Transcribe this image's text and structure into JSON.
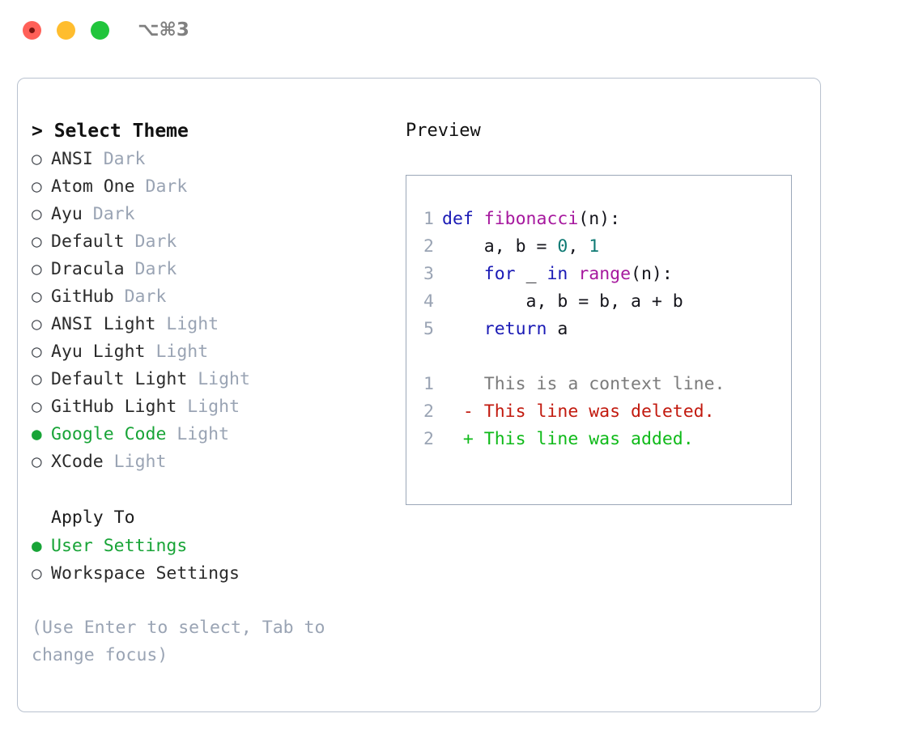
{
  "titlebar": {
    "shortcut": "⌥⌘3",
    "lights": [
      {
        "name": "close",
        "color": "#ff6058"
      },
      {
        "name": "minimize",
        "color": "#ffbd2e"
      },
      {
        "name": "maximize",
        "color": "#21c53c"
      }
    ]
  },
  "theme_list": {
    "header": "> Select Theme",
    "selected_bullet": "●",
    "unselected_bullet": "○",
    "items": [
      {
        "name": "ANSI",
        "kind": "Dark",
        "selected": false
      },
      {
        "name": "Atom One",
        "kind": "Dark",
        "selected": false
      },
      {
        "name": "Ayu",
        "kind": "Dark",
        "selected": false
      },
      {
        "name": "Default",
        "kind": "Dark",
        "selected": false
      },
      {
        "name": "Dracula",
        "kind": "Dark",
        "selected": false
      },
      {
        "name": "GitHub",
        "kind": "Dark",
        "selected": false
      },
      {
        "name": "ANSI Light",
        "kind": "Light",
        "selected": false
      },
      {
        "name": "Ayu Light",
        "kind": "Light",
        "selected": false
      },
      {
        "name": "Default Light",
        "kind": "Light",
        "selected": false
      },
      {
        "name": "GitHub Light",
        "kind": "Light",
        "selected": false
      },
      {
        "name": "Google Code",
        "kind": "Light",
        "selected": true
      },
      {
        "name": "XCode",
        "kind": "Light",
        "selected": false
      }
    ]
  },
  "apply_to": {
    "header": "Apply To",
    "options": [
      {
        "label": "User Settings",
        "selected": true
      },
      {
        "label": "Workspace Settings",
        "selected": false
      }
    ]
  },
  "hint": "(Use Enter to select, Tab to change focus)",
  "preview": {
    "title": "Preview",
    "code_lines": [
      {
        "num": "1",
        "tokens": [
          {
            "t": "def ",
            "c": "kw"
          },
          {
            "t": "fibonacci",
            "c": "fn"
          },
          {
            "t": "(n):",
            "c": "pl"
          }
        ]
      },
      {
        "num": "2",
        "tokens": [
          {
            "t": "    a, b = ",
            "c": "pl"
          },
          {
            "t": "0",
            "c": "num"
          },
          {
            "t": ", ",
            "c": "pl"
          },
          {
            "t": "1",
            "c": "num"
          }
        ]
      },
      {
        "num": "3",
        "tokens": [
          {
            "t": "    ",
            "c": "pl"
          },
          {
            "t": "for",
            "c": "kw"
          },
          {
            "t": " _ ",
            "c": "pl"
          },
          {
            "t": "in",
            "c": "kw"
          },
          {
            "t": " ",
            "c": "pl"
          },
          {
            "t": "range",
            "c": "bi"
          },
          {
            "t": "(n):",
            "c": "pl"
          }
        ]
      },
      {
        "num": "4",
        "tokens": [
          {
            "t": "        a, b = b, a + b",
            "c": "pl"
          }
        ]
      },
      {
        "num": "5",
        "tokens": [
          {
            "t": "    ",
            "c": "pl"
          },
          {
            "t": "return",
            "c": "kw"
          },
          {
            "t": " a",
            "c": "pl"
          }
        ]
      }
    ],
    "diff_lines": [
      {
        "num": "1",
        "marker": " ",
        "text": " This is a context line.",
        "kind": "ctx"
      },
      {
        "num": "2",
        "marker": "-",
        "text": " This line was deleted.",
        "kind": "del"
      },
      {
        "num": "2",
        "marker": "+",
        "text": " This line was added.",
        "kind": "add"
      }
    ]
  },
  "colors": {
    "keyword": "#1a1ab5",
    "function": "#a6189e",
    "number": "#0f7a74",
    "plain": "#15151c",
    "line_number": "#9aa4b4",
    "diff_context": "#7b7b7b",
    "diff_deleted": "#c21a0f",
    "diff_added": "#0fba19",
    "selected_green": "#18a437",
    "muted": "#9aa4b4",
    "panel_border": "#b9c2cf",
    "preview_border": "#9ba7b8"
  }
}
